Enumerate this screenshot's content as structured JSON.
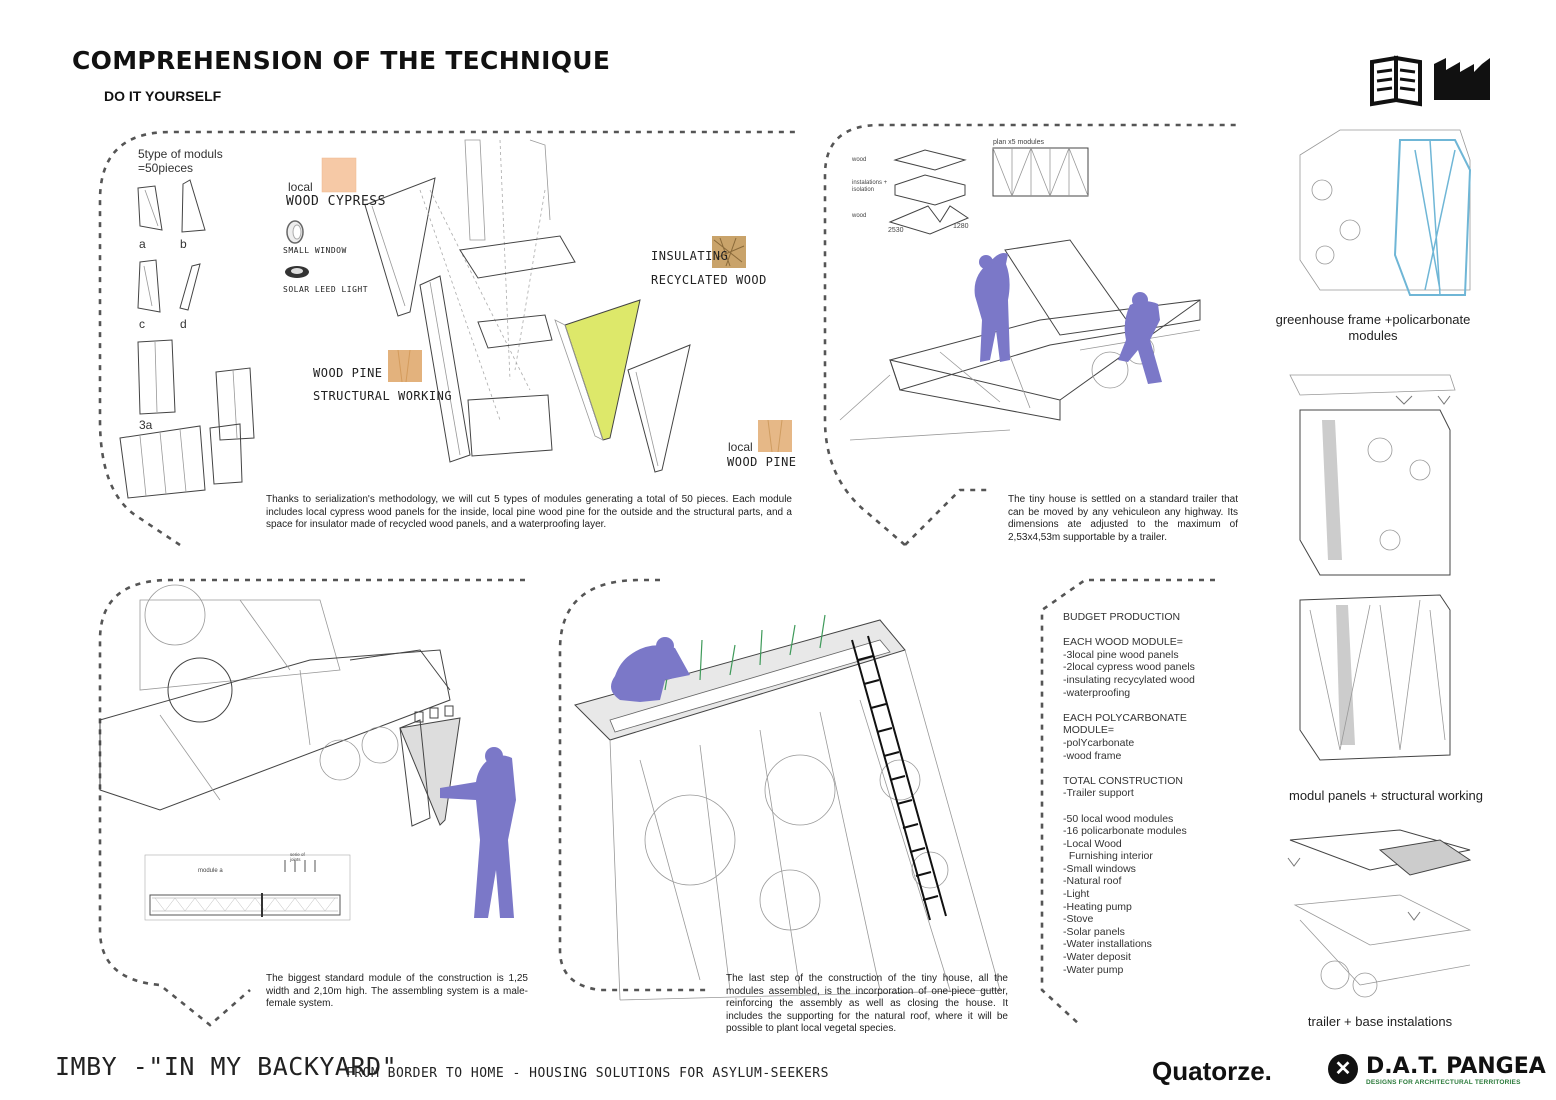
{
  "header": {
    "title": "COMPREHENSION OF THE TECHNIQUE",
    "subtitle": "DO IT YOURSELF",
    "icons": [
      "book-icon",
      "factory-icon"
    ]
  },
  "panel_modules": {
    "count_label_1": "5type of moduls",
    "count_label_2": "=50pieces",
    "module_letters": [
      "a",
      "b",
      "c",
      "d",
      "3a"
    ],
    "mat_local": "local",
    "mat_wood_cypress": "WOOD CYPRESS",
    "mat_small_window": "SMALL WINDOW",
    "mat_solar_light": "SOLAR LEED LIGHT",
    "mat_wood_pine_structural_1": "WOOD PINE",
    "mat_wood_pine_structural_2": "STRUCTURAL WORKING",
    "mat_insulating_1": "INSULATING",
    "mat_insulating_2": "RECYCLATED WOOD",
    "mat_local_pine_1": "local",
    "mat_local_pine_2": "WOOD PINE",
    "caption": "Thanks to serialization's methodology, we will cut 5 types of modules generating a total of 50 pieces. Each module includes local cypress wood panels for the inside, local pine wood pine for the outside and the structural parts, and a space for insulator made of recycled wood panels, and a waterproofing layer."
  },
  "panel_trailer": {
    "layer_wood_top": "wood",
    "layer_installations": "instalations + isolation",
    "layer_wood_bottom": "wood",
    "plan_label": "plan x5 modules",
    "dim_1": "2530",
    "dim_2": "1280",
    "caption": "The tiny house is settled on a standard trailer that can be moved by any vehiculeon any highway. Its dimensions ate adjusted to the maximum of 2,53x4,53m supportable by a trailer."
  },
  "panel_module_assembly": {
    "detail_title": "module a",
    "detail_note": "serie of joints",
    "caption": "The biggest standard module of the construction is 1,25 width and 2,10m high. The assembling system is a male-female system."
  },
  "panel_roof": {
    "caption": "The last step of the construction of the tiny house, all the modules assembled, is the incorporation of one-piece gutter, reinforcing the assembly as well as closing the house. It includes the supporting for the natural roof, where it will be possible to plant local vegetal species."
  },
  "budget": {
    "lines": [
      "BUDGET PRODUCTION",
      "",
      "EACH WOOD MODULE=",
      "-3local pine wood panels",
      "-2local cypress wood panels",
      "-insulating recycylated wood",
      "-waterproofing",
      "",
      "EACH POLYCARBONATE",
      "MODULE=",
      "-polYcarbonate",
      "-wood frame",
      "",
      "TOTAL CONSTRUCTION",
      "-Trailer support",
      "",
      "-50 local wood modules",
      "-16 policarbonate modules",
      "-Local Wood",
      "  Furnishing interior",
      "-Small windows",
      "-Natural roof",
      "-Light",
      "-Heating pump",
      "-Stove",
      "-Solar panels",
      "-Water installations",
      "-Water deposit",
      "-Water pump"
    ]
  },
  "side_labels": {
    "greenhouse_1": "greenhouse frame +policarbonate",
    "greenhouse_2": "modules",
    "modul_panels": "modul panels + structural working",
    "trailer_base": "trailer + base instalations"
  },
  "footer": {
    "title": "IMBY -\"IN MY BACKYARD\"",
    "subtitle": "FROM BORDER TO HOME - HOUSING SOLUTIONS FOR ASYLUM-SEEKERS",
    "brand_1": "Quatorze.",
    "brand_2": "D.A.T. PANGEA",
    "brand_2_tagline": "DESIGNS FOR ARCHITECTURAL TERRITORIES"
  },
  "colors": {
    "figure": "#7b78c8",
    "insulation_yellow": "#dde86a",
    "wood_cypress": "#f6c9a6",
    "wood_pine": "#e3b27d",
    "greenhouse_blue": "#6fb6d6",
    "plants_green": "#3f9a5a"
  }
}
